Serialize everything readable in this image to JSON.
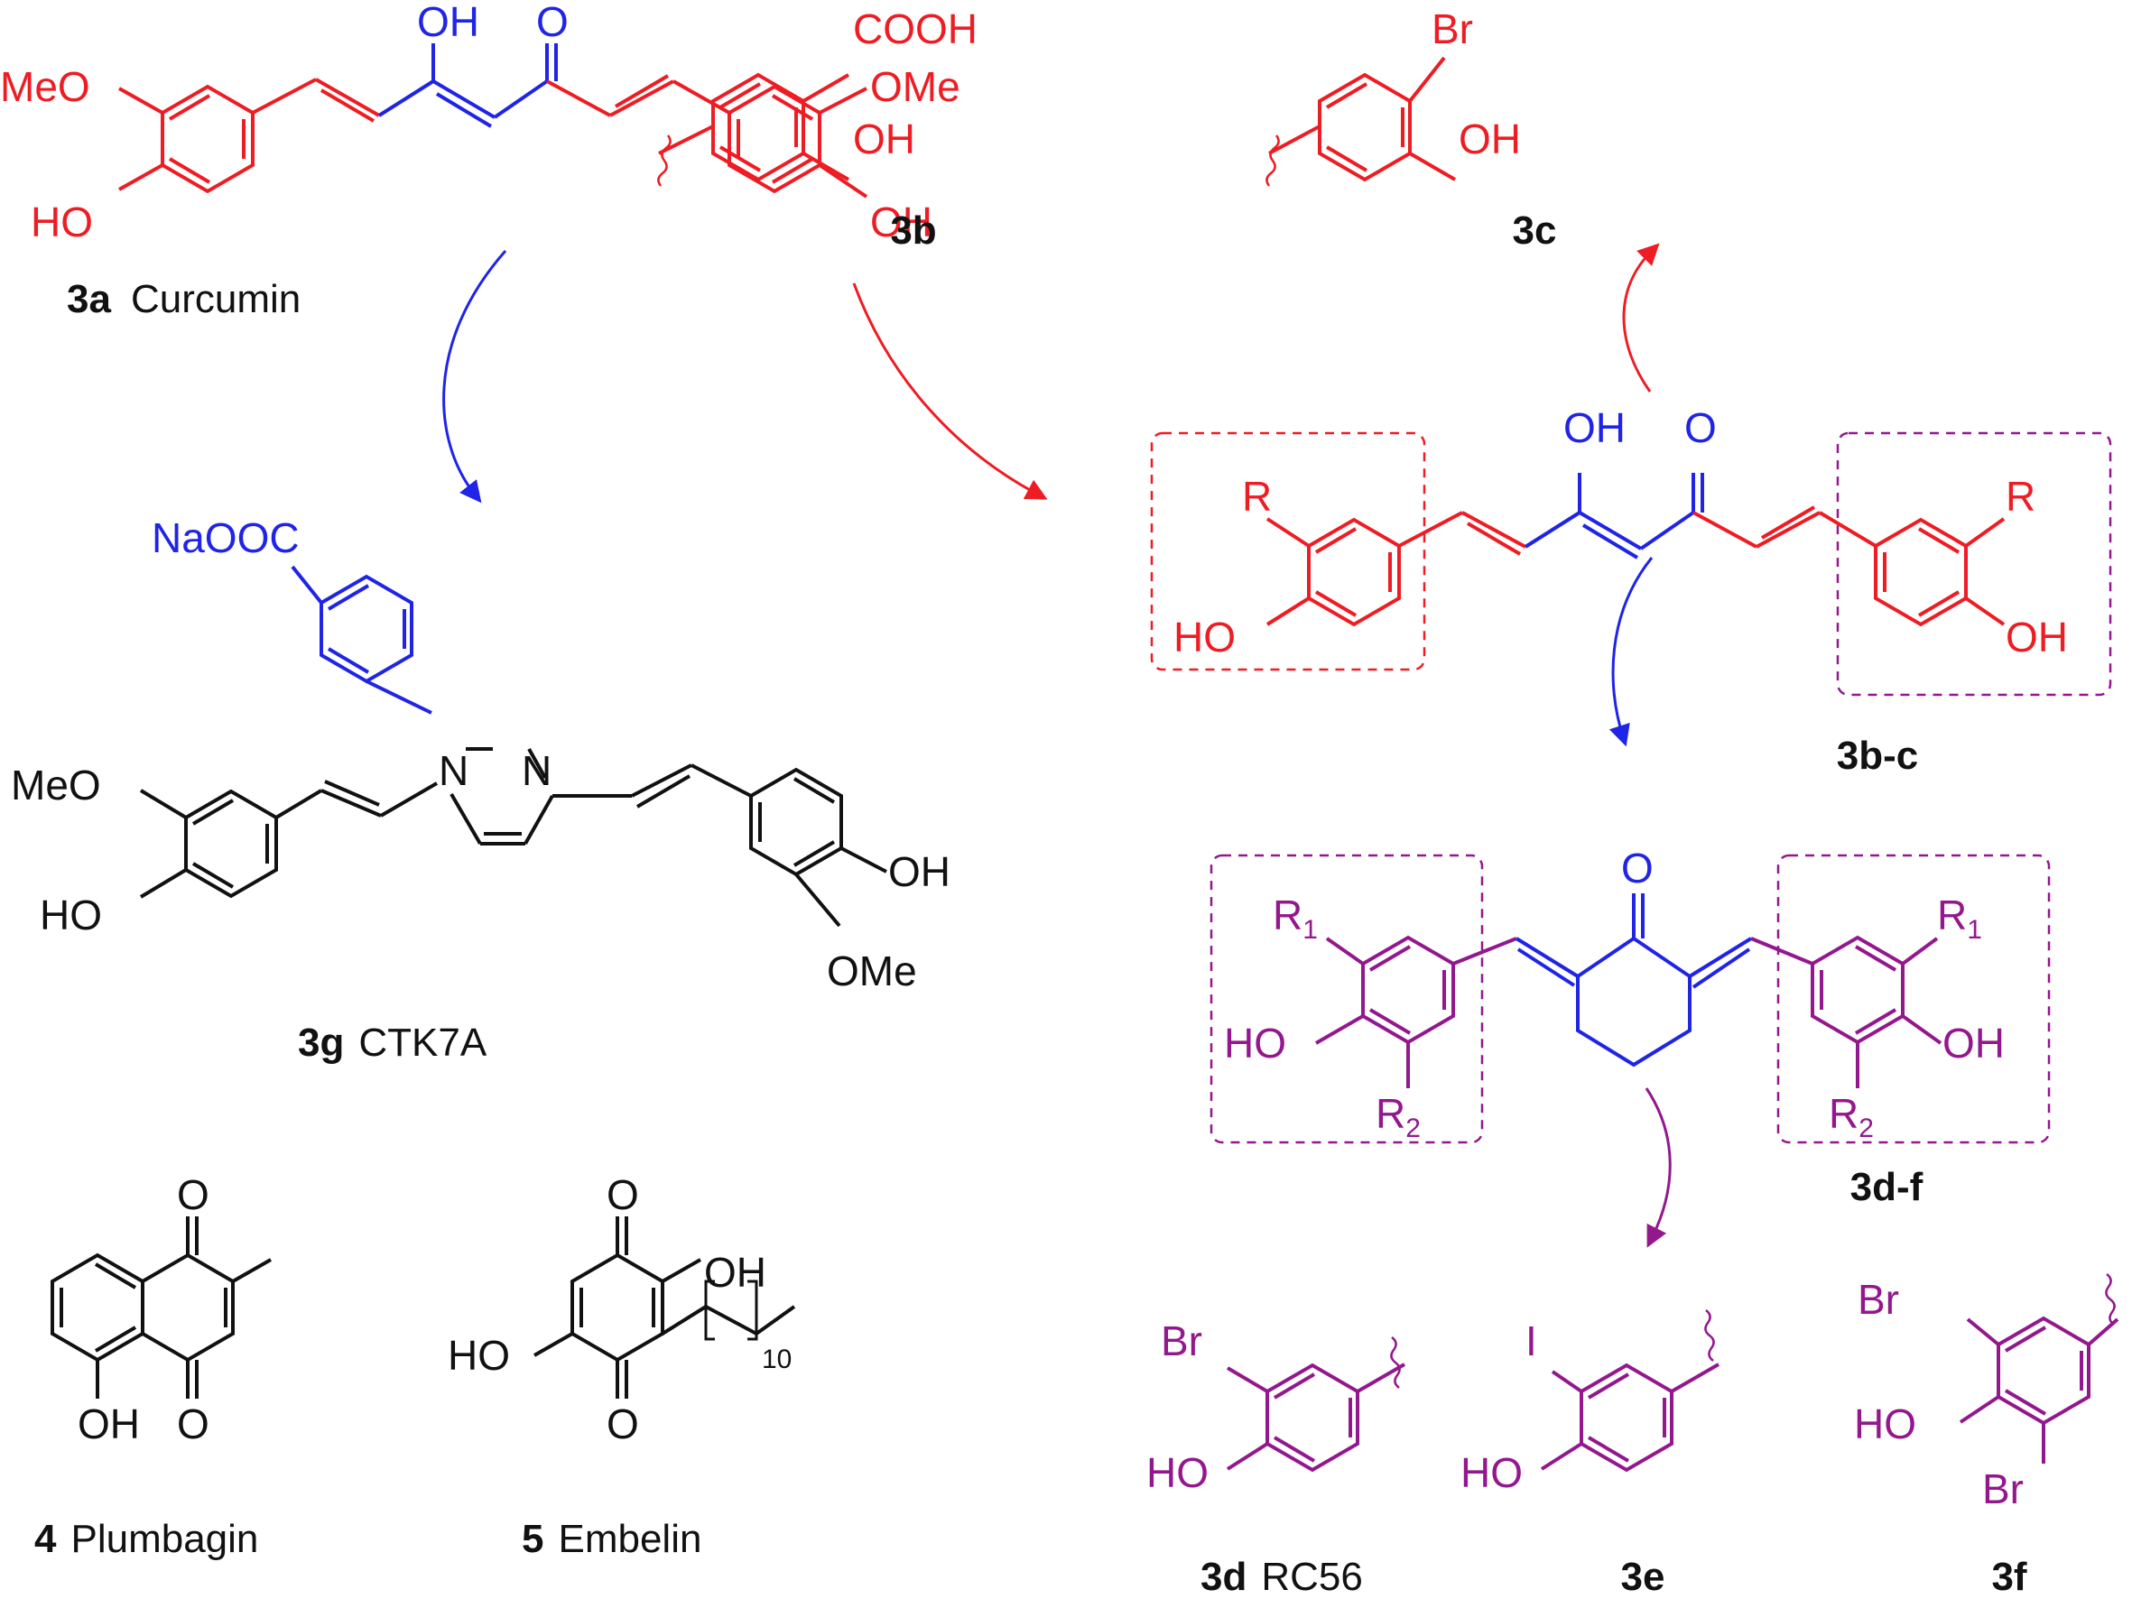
{
  "colors": {
    "red": "#ee1c23",
    "blue": "#1f24e6",
    "purple": "#93188d",
    "black": "#111111"
  },
  "compounds": {
    "c3a": {
      "number": "3a",
      "name": "Curcumin",
      "atoms": [
        "OH",
        "O",
        "MeO",
        "HO",
        "OMe",
        "OH"
      ]
    },
    "c3b": {
      "number": "3b",
      "atoms": [
        "COOH",
        "OH"
      ]
    },
    "c3c": {
      "number": "3c",
      "atoms": [
        "Br",
        "OH"
      ]
    },
    "c3bc": {
      "number": "3b-c",
      "atoms": [
        "OH",
        "O",
        "R",
        "HO",
        "R",
        "OH"
      ]
    },
    "c3df": {
      "number": "3d-f",
      "atoms": [
        "O",
        "R",
        "1",
        "HO",
        "R",
        "2",
        "R",
        "1",
        "OH",
        "R",
        "2"
      ]
    },
    "c3g": {
      "number": "3g",
      "name": "CTK7A",
      "atoms": [
        "NaOOC",
        "N",
        "N",
        "MeO",
        "HO",
        "OH",
        "OMe"
      ]
    },
    "c4": {
      "number": "4",
      "name": "Plumbagin",
      "atoms": [
        "O",
        "O",
        "OH"
      ]
    },
    "c5": {
      "number": "5",
      "name": "Embelin",
      "atoms": [
        "O",
        "OH",
        "HO",
        "O",
        "10"
      ]
    },
    "c3d": {
      "number": "3d",
      "name": "RC56",
      "atoms": [
        "Br",
        "HO"
      ]
    },
    "c3e": {
      "number": "3e",
      "atoms": [
        "I",
        "HO"
      ]
    },
    "c3f": {
      "number": "3f",
      "atoms": [
        "Br",
        "HO",
        "Br"
      ]
    }
  }
}
